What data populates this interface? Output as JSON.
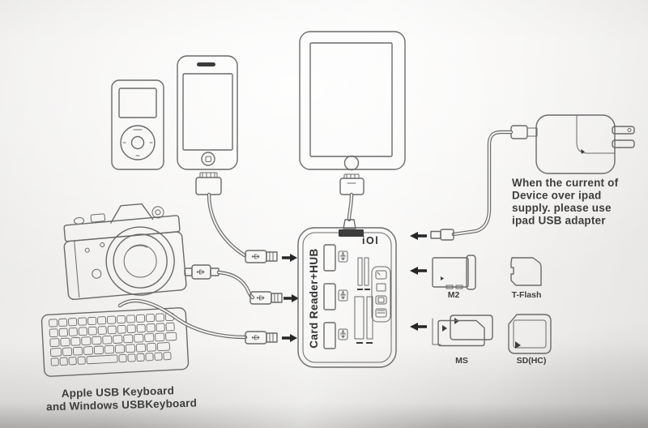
{
  "hub": {
    "label": "Card Reader+HUB",
    "logo": "iOl"
  },
  "adapter_note": {
    "line1": "When the current of",
    "line2": "Device over ipad",
    "line3": "supply. please use",
    "line4": "ipad USB adapter"
  },
  "keyboard_note": {
    "line1": "Apple USB Keyboard",
    "line2": "and Windows USBKeyboard"
  },
  "cards": {
    "m2": "M2",
    "tflash": "T-Flash",
    "ms": "MS",
    "sdhc": "SD(HC)"
  },
  "icons": {
    "usb_trident": "usb-fork-symbol",
    "arrow_right": "solid-right-arrow",
    "arrow_left": "solid-left-arrow"
  },
  "colors": {
    "ink": "#6a6a6a",
    "ink_dark": "#3c3c3c",
    "arrow": "#262626",
    "paper": "#f1f0ee",
    "text": "#3d3d3d"
  }
}
